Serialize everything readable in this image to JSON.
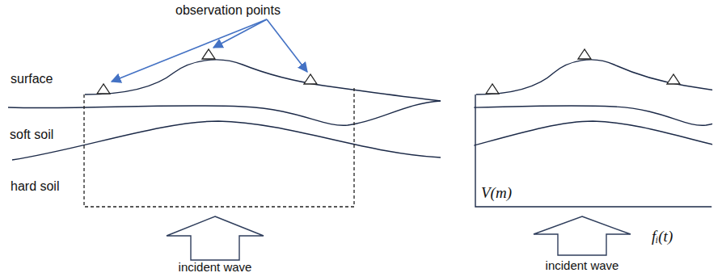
{
  "diagram": {
    "labels": [
      "observation points",
      "surface",
      "soft soil",
      "hard soil",
      "incident wave",
      "V(m)",
      "fᵢ(t)",
      "incident wave"
    ]
  }
}
